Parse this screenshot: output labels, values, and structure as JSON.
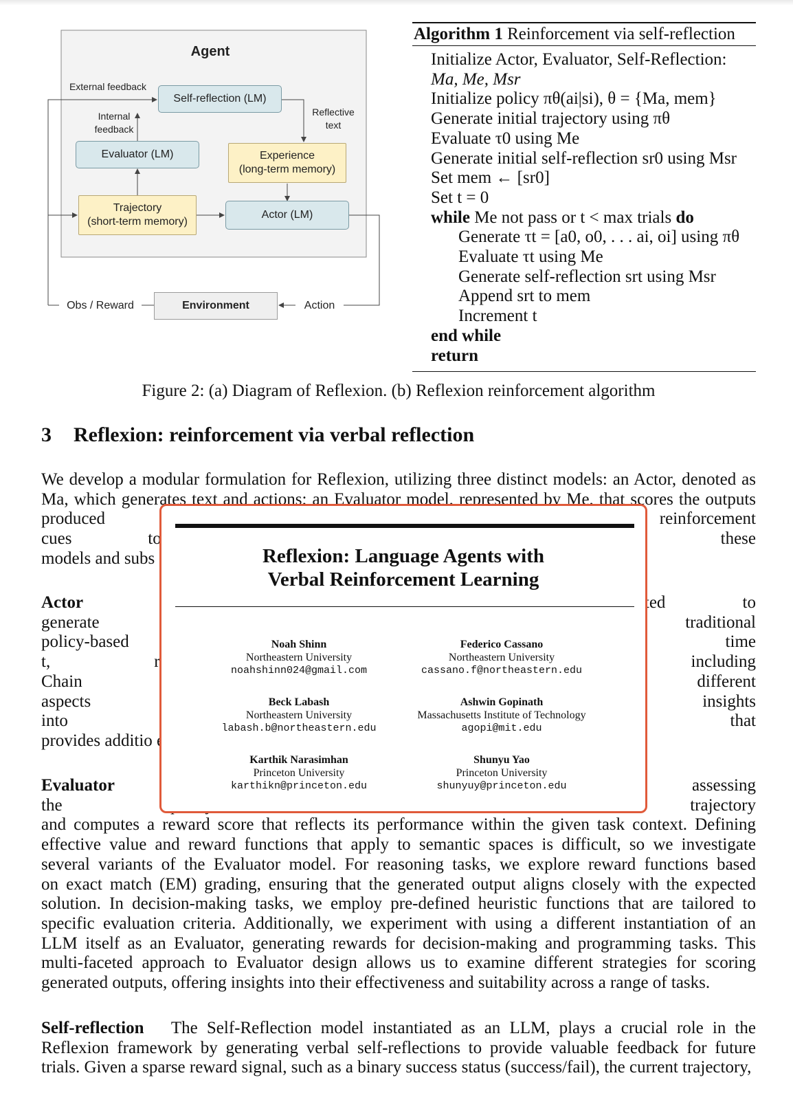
{
  "diagram": {
    "agent_label": "Agent",
    "external_feedback": "External feedback",
    "internal_feedback": "Internal\nfeedback",
    "self_reflection": "Self-reflection (LM)",
    "reflective_text": "Reflective\ntext",
    "evaluator": "Evaluator (LM)",
    "experience": "Experience\n(long-term memory)",
    "trajectory": "Trajectory\n(short-term memory)",
    "actor": "Actor (LM)",
    "obs_reward": "Obs / Reward",
    "environment": "Environment",
    "action": "Action"
  },
  "algorithm": {
    "label": "Algorithm 1",
    "title": "Reinforcement via self-reflection",
    "lines": [
      {
        "indent": 1,
        "text": "Initialize Actor, Evaluator, Self-Reflection:"
      },
      {
        "indent": 1,
        "math": true,
        "text": "Ma, Me, Msr"
      },
      {
        "indent": 1,
        "text": "Initialize policy πθ(ai|si), θ = {Ma, mem}"
      },
      {
        "indent": 1,
        "text": "Generate initial trajectory using πθ"
      },
      {
        "indent": 1,
        "text": "Evaluate τ0 using Me"
      },
      {
        "indent": 1,
        "text": "Generate initial self-reflection sr0 using Msr"
      },
      {
        "indent": 1,
        "text": "Set mem ← [sr0]"
      },
      {
        "indent": 1,
        "text": "Set t = 0"
      },
      {
        "indent": 1,
        "kw": "while",
        "text": " Me not pass or t < max trials ",
        "kw2": "do"
      },
      {
        "indent": 2,
        "text": "Generate τt = [a0, o0, . . . ai, oi] using πθ"
      },
      {
        "indent": 2,
        "text": "Evaluate τt using Me"
      },
      {
        "indent": 2,
        "text": "Generate self-reflection srt using Msr"
      },
      {
        "indent": 2,
        "text": "Append srt to mem"
      },
      {
        "indent": 2,
        "text": "Increment t"
      },
      {
        "indent": 1,
        "kw": "end while",
        "text": ""
      },
      {
        "indent": 1,
        "kw": "return",
        "text": ""
      }
    ]
  },
  "caption": "Figure 2: (a) Diagram of Reflexion. (b) Reflexion reinforcement algorithm",
  "section": {
    "number": "3",
    "title": "Reflexion: reinforcement via verbal reflection"
  },
  "intro_lines": [
    "We develop a modular formulation for Reflexion, utilizing three distinct models: an Actor, denoted as",
    "Ma, which generates text and actions; an Evaluator model, represented by Me, that scores the outputs",
    "produced by Ma                                                                                                    l reinforcement",
    "cues to assist th                                                                                                   f each of these",
    "models and subs                                                                                              on framework."
  ],
  "actor_lines": [
    {
      "head": "Actor",
      "text": "The Ac                                                                                    y prompted to"
    },
    {
      "text": "generate the nece                                                                                      us to traditional"
    },
    {
      "text": "policy-based RL                                                                                        licy πθ at time"
    },
    {
      "text": "t, receive an obs                                                                                       dels, including"
    },
    {
      "text": "Chain of Though                                                                                     xplore different"
    },
    {
      "text": "aspects of text a                                                                                     luable insights"
    },
    {
      "text": "into their perfor                                                                                    onent mem that"
    },
    {
      "text": "provides additio                                                                                      ed below)."
    }
  ],
  "evaluator_lines": [
    {
      "head": "Evaluator",
      "text": "The                                                                                    ble in assessing"
    },
    {
      "text": "the quality of th                                                                                       rated trajectory"
    },
    {
      "text": "and computes a reward score that reflects its performance within the given task context. Defining"
    },
    {
      "text": "effective value and reward functions that apply to semantic spaces is difficult, so we investigate"
    },
    {
      "text": "several variants of the Evaluator model. For reasoning tasks, we explore reward functions based"
    },
    {
      "text": "on exact match (EM) grading, ensuring that the generated output aligns closely with the expected"
    },
    {
      "text": "solution. In decision-making tasks, we employ pre-defined heuristic functions that are tailored to"
    },
    {
      "text": "specific evaluation criteria. Additionally, we experiment with using a different instantiation of an"
    },
    {
      "text": "LLM itself as an Evaluator, generating rewards for decision-making and programming tasks. This"
    },
    {
      "text": "multi-faceted approach to Evaluator design allows us to examine different strategies for scoring"
    },
    {
      "text": "generated outputs, offering insights into their effectiveness and suitability across a range of tasks."
    }
  ],
  "selfreflection_lines": [
    {
      "head": "Self-reflection",
      "text": "The Self-Reflection model instantiated as an LLM, plays a crucial role in the"
    },
    {
      "text": "Reflexion framework by generating verbal self-reflections to provide valuable feedback for future"
    },
    {
      "text": "trials. Given a sparse reward signal, such as a binary success status (success/fail), the current trajectory,"
    }
  ],
  "title_card": {
    "title_line1": "Reflexion: Language Agents with",
    "title_line2": "Verbal Reinforcement Learning",
    "authors": [
      {
        "name": "Noah Shinn",
        "affiliation": "Northeastern University",
        "email": "noahshinn024@gmail.com"
      },
      {
        "name": "Federico Cassano",
        "affiliation": "Northeastern University",
        "email": "cassano.f@northeastern.edu"
      },
      {
        "name": "Beck Labash",
        "affiliation": "Northeastern University",
        "email": "labash.b@northeastern.edu"
      },
      {
        "name": "Ashwin Gopinath",
        "affiliation": "Massachusetts Institute of Technology",
        "email": "agopi@mit.edu"
      },
      {
        "name": "Karthik Narasimhan",
        "affiliation": "Princeton University",
        "email": "karthikn@princeton.edu"
      },
      {
        "name": "Shunyu Yao",
        "affiliation": "Princeton University",
        "email": "shunyuy@princeton.edu"
      }
    ],
    "border_color": "#e05a3a"
  }
}
